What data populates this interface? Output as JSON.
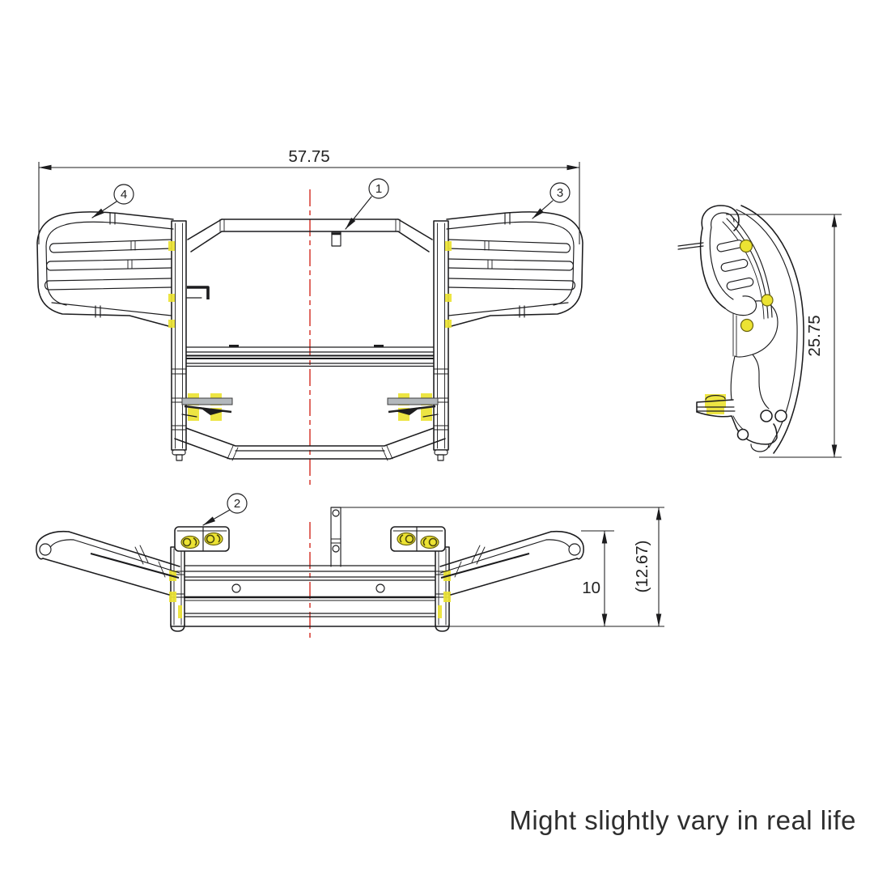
{
  "colors": {
    "line": "#1c1c1e",
    "red": "#d9453c",
    "yellow": "#ece333",
    "gray": "#b3b8bc",
    "text": "#2e2e2e"
  },
  "dims": {
    "front_width": "57.75",
    "side_height": "25.75",
    "bottom_inner": "10",
    "bottom_overall": "(12.67)"
  },
  "callouts": {
    "c1": "1",
    "c2": "2",
    "c3": "3",
    "c4": "4"
  },
  "caption": {
    "text": "Might slightly vary in real life"
  }
}
